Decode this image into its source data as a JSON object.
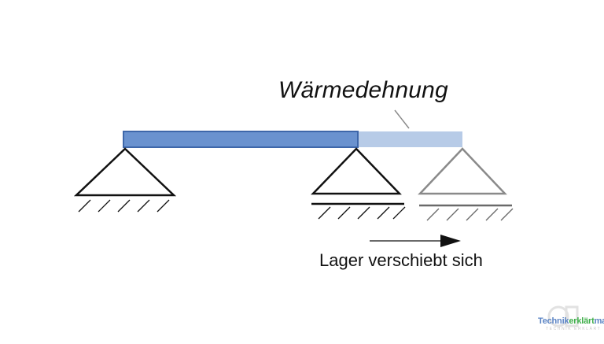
{
  "diagram": {
    "expansion_label": "Wärmedehnung",
    "shift_label": "Lager verschiebt sich"
  },
  "colors": {
    "beam_fill": "#6a92cf",
    "beam_stroke": "#3e67aa",
    "expansion_fill": "#b7cbe7",
    "support": "#111111",
    "support_shifted": "#8a8a8a",
    "ground_shifted": "#6a6a6a",
    "leader_line": "#8a8a8a",
    "watermark_blue": "#5b84c4",
    "watermark_green": "#3fae4a"
  },
  "watermark": {
    "brand_part1": "Technik",
    "brand_part2": "erklärt",
    "brand_part3": "mathe.de",
    "tagline": "TECHNIK ERKLÄRT"
  }
}
